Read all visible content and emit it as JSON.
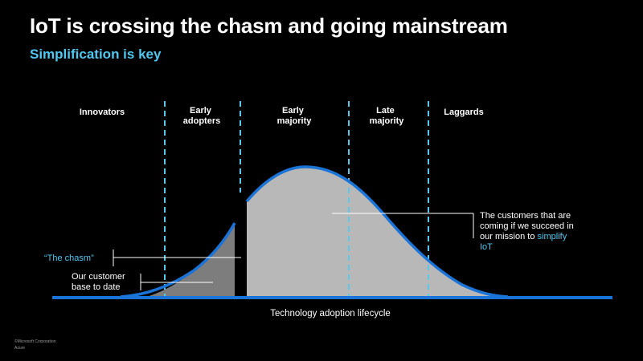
{
  "slide": {
    "title": "IoT is crossing the chasm and going mainstream",
    "subtitle": "Simplification is key"
  },
  "segments": [
    {
      "line1": "Innovators",
      "line2": ""
    },
    {
      "line1": "Early",
      "line2": "adopters"
    },
    {
      "line1": "Early",
      "line2": "majority"
    },
    {
      "line1": "Late",
      "line2": "majority"
    },
    {
      "line1": "Laggards",
      "line2": ""
    }
  ],
  "callouts": {
    "chasm": "“The chasm”",
    "base_line1": "Our customer",
    "base_line2": "base to date",
    "coming_line1": "The customers that are",
    "coming_line2": "coming if we succeed in",
    "coming_line3_prefix": "our mission to ",
    "coming_line3_highlight": "simplify",
    "coming_line4_highlight": "IoT"
  },
  "axis_caption": "Technology adoption lifecycle",
  "footer": {
    "line1": "©Microsoft Corporation",
    "line2": "Azure"
  },
  "colors": {
    "background": "#000000",
    "curve": "#1a73d6",
    "fill_light": "#b8b8b8",
    "fill_dark": "#7d7d7d",
    "divider": "#5ac8ea",
    "accent_text": "#50c8f0"
  }
}
